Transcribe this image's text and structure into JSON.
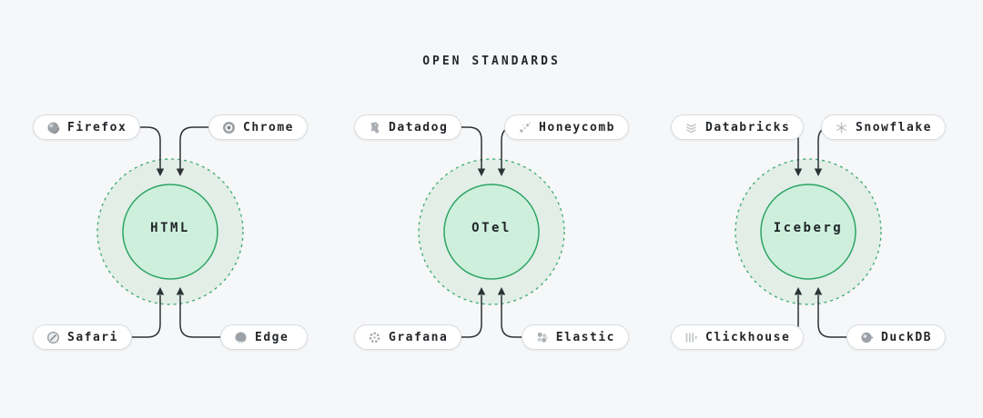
{
  "title": "OPEN STANDARDS",
  "colors": {
    "background": "#f6f7f8",
    "outer_ring_fill": "#e2eee7",
    "outer_ring_border": "#3aa96d",
    "inner_circle_fill": "#ceefdc",
    "inner_circle_border": "#2da463",
    "arrow": "#2d3236",
    "pill_background": "#ffffff",
    "pill_border": "#d9dcdf",
    "text": "#23272b"
  },
  "diagrams": [
    {
      "center": "HTML",
      "satellites": [
        {
          "label": "Firefox",
          "icon": "firefox-icon",
          "position": "top-left"
        },
        {
          "label": "Chrome",
          "icon": "chrome-icon",
          "position": "top-right"
        },
        {
          "label": "Safari",
          "icon": "safari-icon",
          "position": "bottom-left"
        },
        {
          "label": "Edge",
          "icon": "edge-icon",
          "position": "bottom-right"
        }
      ]
    },
    {
      "center": "OTel",
      "satellites": [
        {
          "label": "Datadog",
          "icon": "datadog-icon",
          "position": "top-left"
        },
        {
          "label": "Honeycomb",
          "icon": "honeycomb-icon",
          "position": "top-right"
        },
        {
          "label": "Grafana",
          "icon": "grafana-icon",
          "position": "bottom-left"
        },
        {
          "label": "Elastic",
          "icon": "elastic-icon",
          "position": "bottom-right"
        }
      ]
    },
    {
      "center": "Iceberg",
      "satellites": [
        {
          "label": "Databricks",
          "icon": "databricks-icon",
          "position": "top-left"
        },
        {
          "label": "Snowflake",
          "icon": "snowflake-icon",
          "position": "top-right"
        },
        {
          "label": "Clickhouse",
          "icon": "clickhouse-icon",
          "position": "bottom-left"
        },
        {
          "label": "DuckDB",
          "icon": "duckdb-icon",
          "position": "bottom-right"
        }
      ]
    }
  ]
}
